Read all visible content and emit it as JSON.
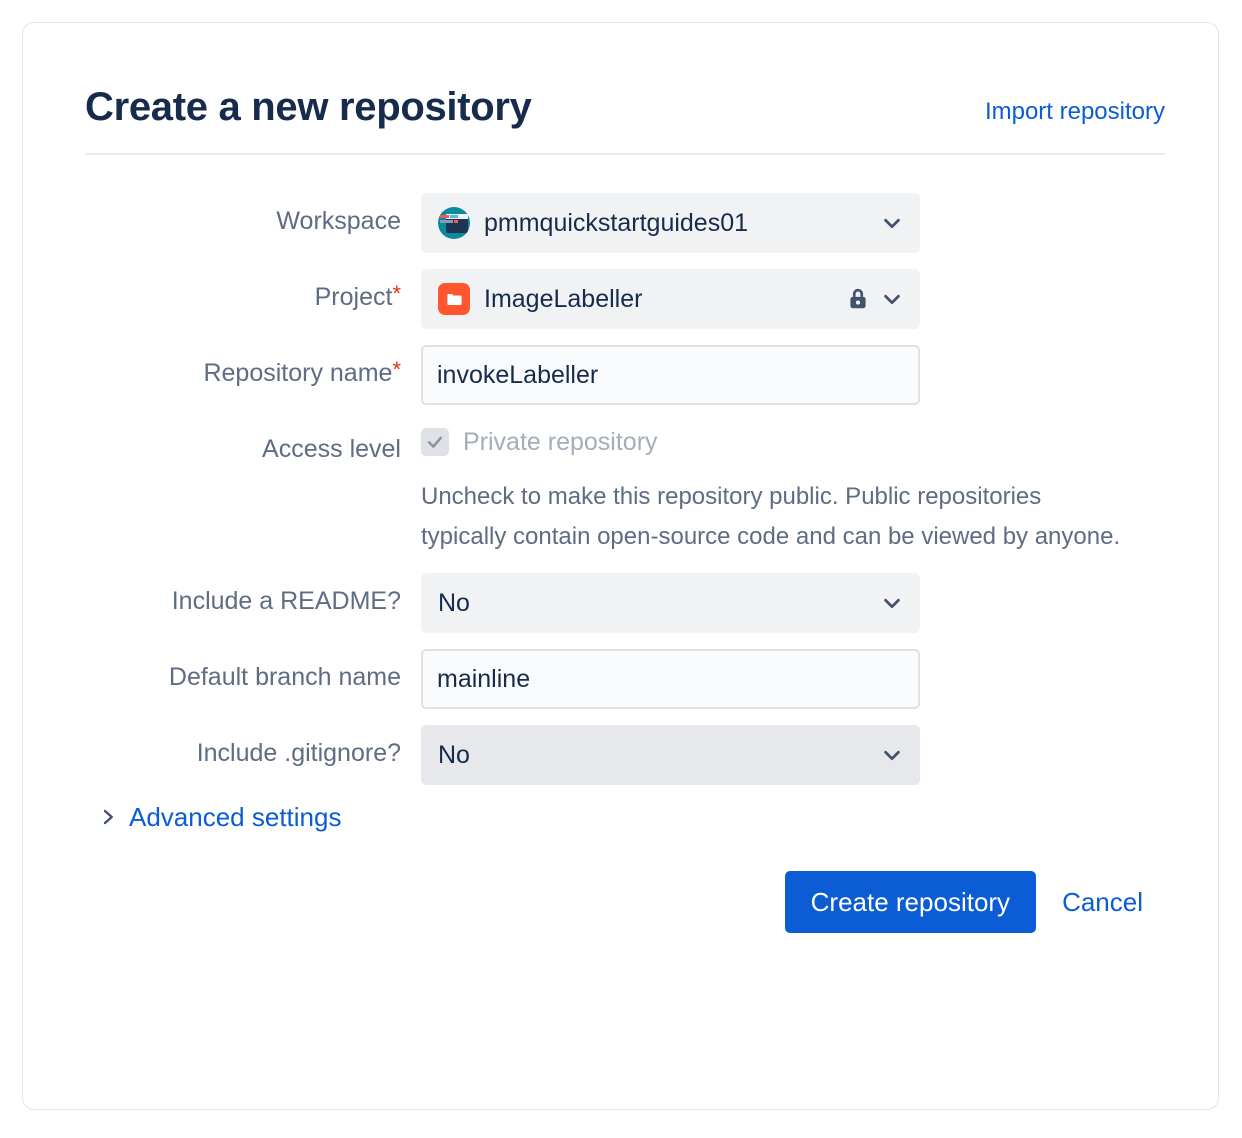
{
  "header": {
    "title": "Create a new repository",
    "import_link": "Import repository"
  },
  "form": {
    "workspace": {
      "label": "Workspace",
      "value": "pmmquickstartguides01",
      "avatar_icon": "workspace-avatar-icon",
      "chevron_icon": "chevron-down-icon"
    },
    "project": {
      "label": "Project",
      "required_marker": "*",
      "value": "ImageLabeller",
      "avatar_icon": "project-folder-icon",
      "lock_icon": "lock-icon",
      "chevron_icon": "chevron-down-icon"
    },
    "repository_name": {
      "label": "Repository name",
      "required_marker": "*",
      "value": "invokeLabeller",
      "placeholder": ""
    },
    "access_level": {
      "label": "Access level",
      "checkbox_label": "Private repository",
      "checked": true,
      "check_icon": "check-icon",
      "help_text": "Uncheck to make this repository public. Public repositories typically contain open-source code and can be viewed by anyone."
    },
    "include_readme": {
      "label": "Include a README?",
      "value": "No",
      "chevron_icon": "chevron-down-icon"
    },
    "default_branch": {
      "label": "Default branch name",
      "value": "mainline",
      "placeholder": ""
    },
    "include_gitignore": {
      "label": "Include .gitignore?",
      "value": "No",
      "chevron_icon": "chevron-down-icon"
    },
    "advanced_settings": {
      "label": "Advanced settings",
      "chevron_icon": "chevron-right-icon",
      "expanded": false
    }
  },
  "footer": {
    "create_label": "Create repository",
    "cancel_label": "Cancel"
  },
  "colors": {
    "accent_blue": "#0b5cd5",
    "required_red": "#de350b",
    "project_avatar_red": "#ff5630",
    "workspace_avatar_teal": "#0a8a9e",
    "label_grey": "#5e6c84",
    "text_dark": "#172b4d"
  }
}
